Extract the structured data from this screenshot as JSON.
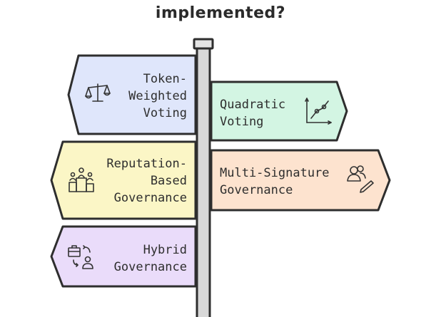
{
  "title": {
    "line1": "",
    "line2": "implemented?"
  },
  "signs": [
    {
      "id": "token-weighted-voting",
      "lines": [
        "Token-",
        "Weighted",
        "Voting"
      ],
      "icon": "balance-scale-icon",
      "color": "#dfe6fb"
    },
    {
      "id": "quadratic-voting",
      "lines": [
        "Quadratic",
        "Voting"
      ],
      "icon": "line-graph-icon",
      "color": "#d3f5e3"
    },
    {
      "id": "reputation-based-governance",
      "lines": [
        "Reputation-",
        "Based",
        "Governance"
      ],
      "icon": "podium-icon",
      "color": "#fbf6c6"
    },
    {
      "id": "multi-signature-governance",
      "lines": [
        "Multi-Signature",
        "Governance"
      ],
      "icon": "users-sign-icon",
      "color": "#fde3cf"
    },
    {
      "id": "hybrid-governance",
      "lines": [
        "Hybrid",
        "Governance"
      ],
      "icon": "exchange-roles-icon",
      "color": "#eadcfa"
    }
  ]
}
